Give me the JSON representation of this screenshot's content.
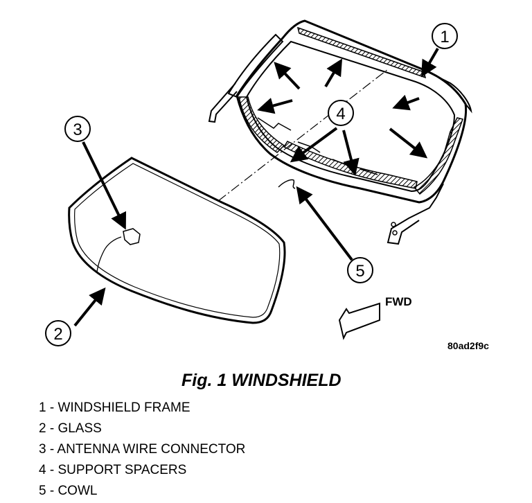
{
  "diagram": {
    "callouts": [
      "1",
      "2",
      "3",
      "4",
      "5"
    ],
    "fwd_label": "FWD",
    "image_code": "80ad2f9c"
  },
  "caption": "Fig. 1 WINDSHIELD",
  "legend": [
    "1 - WINDSHIELD FRAME",
    "2 - GLASS",
    "3 - ANTENNA WIRE CONNECTOR",
    "4 - SUPPORT SPACERS",
    "5 - COWL"
  ]
}
